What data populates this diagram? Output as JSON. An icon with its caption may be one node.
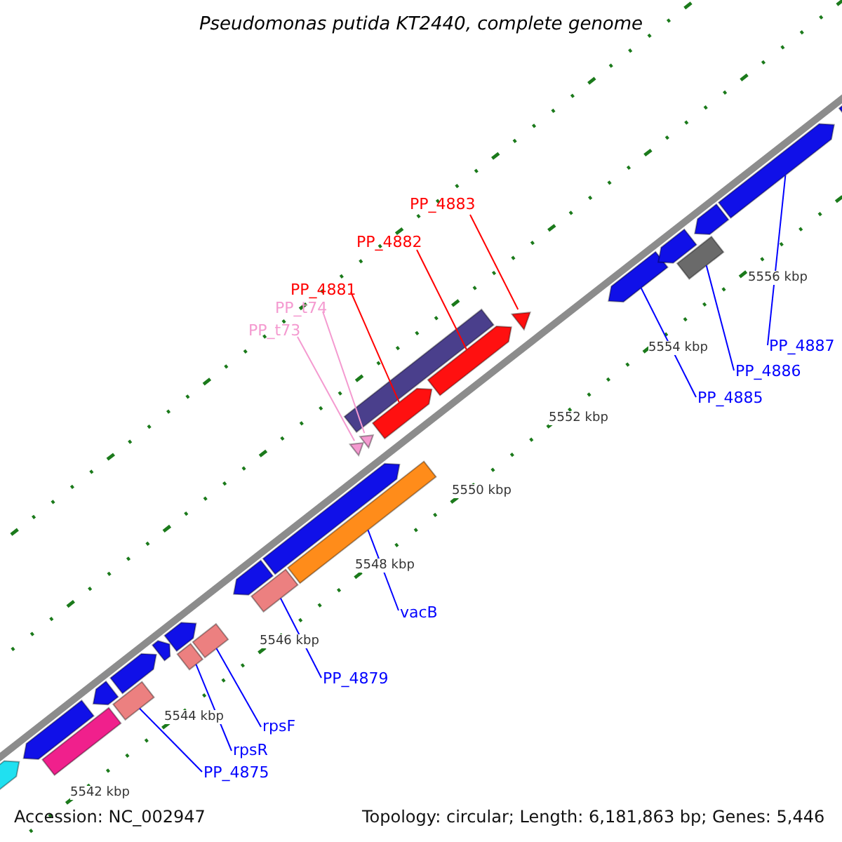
{
  "diagram": {
    "title": "Pseudomonas putida KT2440, complete genome",
    "nodes": [
      {
        "text": [
          "PP_4883"
        ]
      },
      {
        "text": [
          "PP_4882"
        ]
      },
      {
        "text": [
          "PP_4881"
        ]
      },
      {
        "text": [
          "PP_t74"
        ]
      },
      {
        "text": [
          "PP_t73"
        ]
      },
      {
        "text": [
          "PP_4887"
        ]
      },
      {
        "text": [
          "PP_4886"
        ]
      },
      {
        "text": [
          "PP_4885"
        ]
      },
      {
        "text": [
          "vacB"
        ]
      },
      {
        "text": [
          "PP_4879"
        ]
      },
      {
        "text": [
          "rpsF"
        ]
      },
      {
        "text": [
          "rpsR"
        ]
      },
      {
        "text": [
          "PP_4875"
        ]
      },
      {
        "text": [],
        "shape": "arrow"
      },
      {
        "text": [],
        "shape": "arrow"
      },
      {
        "text": [],
        "shape": "arrow"
      },
      {
        "text": [],
        "shape": "arrow"
      },
      {
        "text": [],
        "shape": "arrow"
      },
      {
        "text": [],
        "shape": "box"
      },
      {
        "text": [],
        "shape": "box"
      },
      {
        "text": [],
        "shape": "box"
      },
      {
        "text": [],
        "shape": "box"
      },
      {
        "text": [],
        "shape": "box"
      },
      {
        "text": [],
        "shape": "box"
      },
      {
        "text": [],
        "shape": "arrow"
      },
      {
        "text": [],
        "shape": "arrow"
      },
      {
        "text": [],
        "shape": "box"
      },
      {
        "text": [],
        "shape": "arrow"
      },
      {
        "text": [],
        "shape": "arrow"
      },
      {
        "text": [],
        "shape": "arrow"
      },
      {
        "text": [],
        "shape": "arrow"
      },
      {
        "text": [],
        "shape": "arrow"
      },
      {
        "text": [],
        "shape": "arrow"
      },
      {
        "text": [],
        "shape": "arrow"
      },
      {
        "text": [],
        "shape": "arrow"
      },
      {
        "text": [],
        "shape": "arrow"
      },
      {
        "text": [],
        "shape": "arrow"
      },
      {
        "text": [],
        "shape": "box"
      },
      {
        "text": [],
        "shape": "arrow"
      }
    ],
    "edges": [
      {
        "from": 0,
        "to": 13,
        "arrow": "none",
        "color": "#ff0000"
      },
      {
        "from": 1,
        "to": 14,
        "arrow": "none",
        "color": "#ff0000"
      },
      {
        "from": 2,
        "to": 15,
        "arrow": "none",
        "color": "#ff0000"
      },
      {
        "from": 3,
        "to": 16,
        "arrow": "none",
        "color": "#f49ad0"
      },
      {
        "from": 4,
        "to": 17,
        "arrow": "none",
        "color": "#f49ad0"
      },
      {
        "from": 5,
        "to": 24,
        "arrow": "none"
      },
      {
        "from": 6,
        "to": 18,
        "arrow": "none"
      },
      {
        "from": 7,
        "to": 25,
        "arrow": "none"
      },
      {
        "from": 8,
        "to": 19,
        "arrow": "none"
      },
      {
        "from": 9,
        "to": 20,
        "arrow": "none"
      },
      {
        "from": 10,
        "to": 21,
        "arrow": "none"
      },
      {
        "from": 11,
        "to": 22,
        "arrow": "none"
      },
      {
        "from": 12,
        "to": 23,
        "arrow": "none"
      }
    ],
    "labels": [
      "5556 kbp",
      "5554 kbp",
      "5552 kbp",
      "5550 kbp",
      "5548 kbp",
      "5546 kbp",
      "5544 kbp",
      "5542 kbp",
      "Accession: NC_002947",
      "Topology: circular; Length: 6,181,863 bp; Genes: 5,446"
    ]
  }
}
